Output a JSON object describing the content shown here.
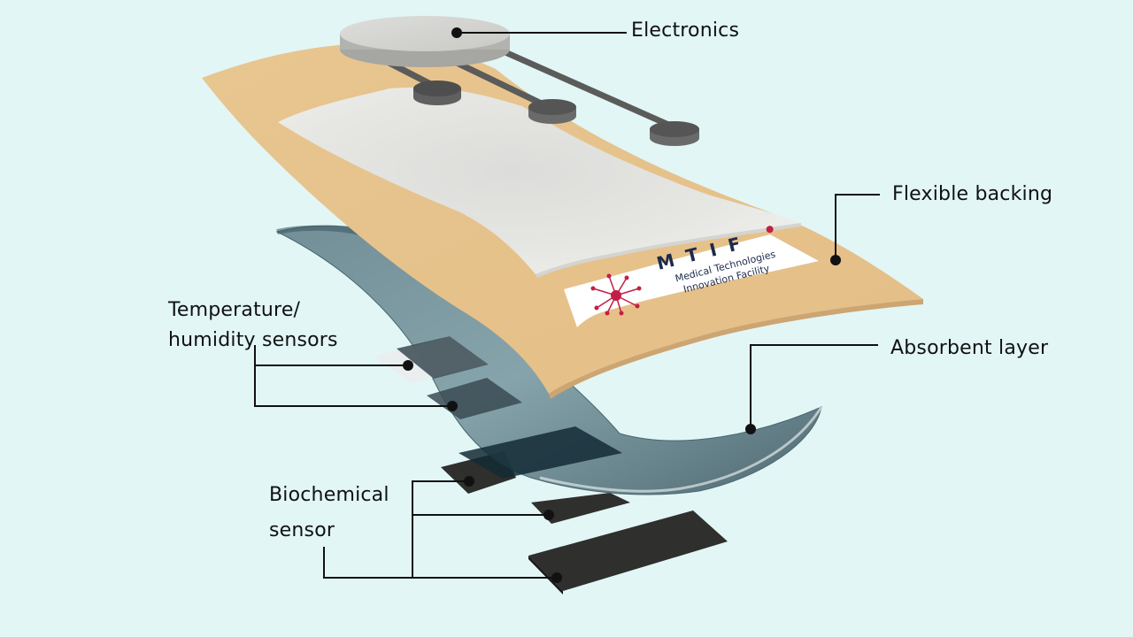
{
  "labels": {
    "electronics": "Electronics",
    "flexible_backing": "Flexible backing",
    "temperature_humidity": [
      "Temperature/",
      "humidity sensors"
    ],
    "absorbent_layer": "Absorbent layer",
    "biochemical": [
      "Biochemical",
      "sensor"
    ]
  },
  "logo": {
    "letters": "MTIF",
    "line1": "Medical Technologies",
    "line2": "Innovation Facility"
  },
  "colors": {
    "background": "#e2f6f6",
    "backing": "#e8c48e",
    "pad": "#e6e6e4",
    "absorbent": "#6f8e96",
    "sensor_dark": "#2d2d2b",
    "logo_navy": "#1c2a4e",
    "logo_red": "#c21f45"
  }
}
